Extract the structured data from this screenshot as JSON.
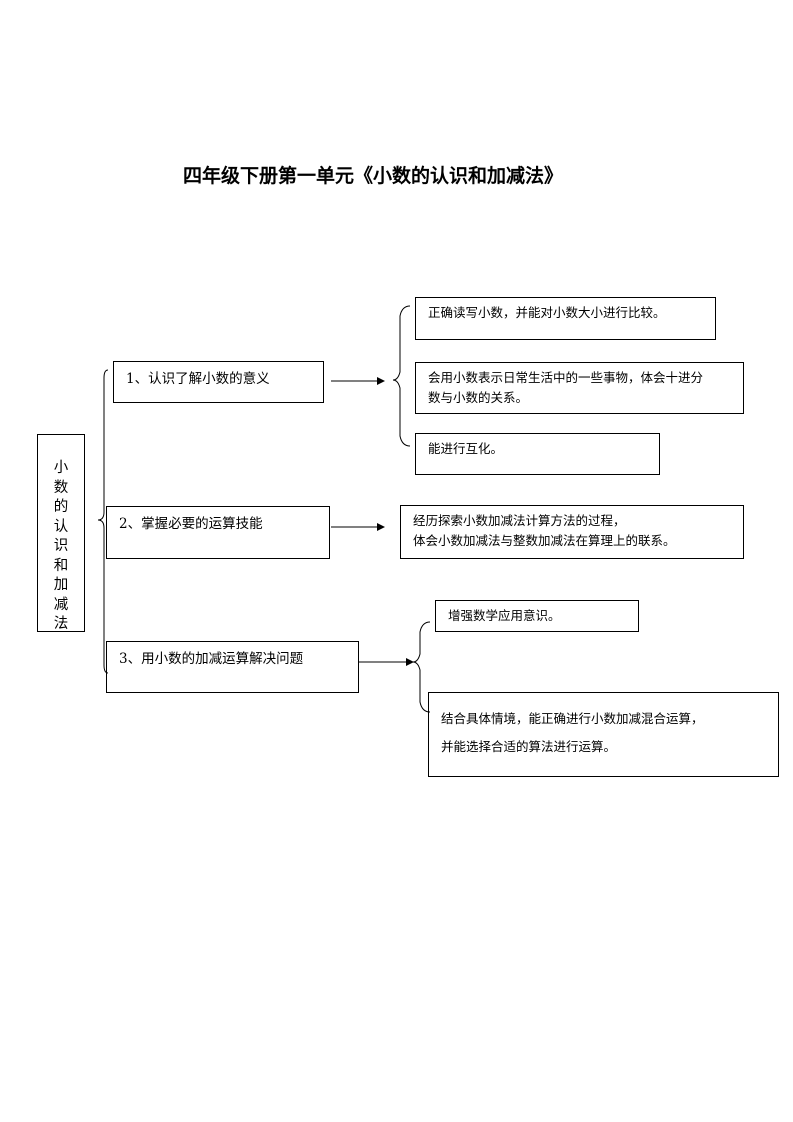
{
  "title": "四年级下册第一单元《小数的认识和加减法》",
  "root": {
    "chars": [
      "小",
      "数",
      "的",
      "认",
      "识",
      "和",
      "加",
      "减",
      "法"
    ]
  },
  "branches": [
    {
      "label": "1、认识了解小数的意义",
      "leaves": [
        {
          "lines": [
            "正确读写小数，并能对小数大小进行比较。"
          ]
        },
        {
          "lines": [
            "会用小数表示日常生活中的一些事物，体会十进分",
            "数与小数的关系。"
          ]
        },
        {
          "lines": [
            "能进行互化。"
          ]
        }
      ]
    },
    {
      "label": "2、掌握必要的运算技能",
      "leaves": [
        {
          "lines": [
            "经历探索小数加减法计算方法的过程，",
            "体会小数加减法与整数加减法在算理上的联系。"
          ]
        }
      ]
    },
    {
      "label": "3、用小数的加减运算解决问题",
      "leaves": [
        {
          "lines": [
            "增强数学应用意识。"
          ]
        },
        {
          "lines": [
            "结合具体情境，能正确进行小数加减混合运算，",
            "并能选择合适的算法进行运算。"
          ]
        }
      ]
    }
  ]
}
